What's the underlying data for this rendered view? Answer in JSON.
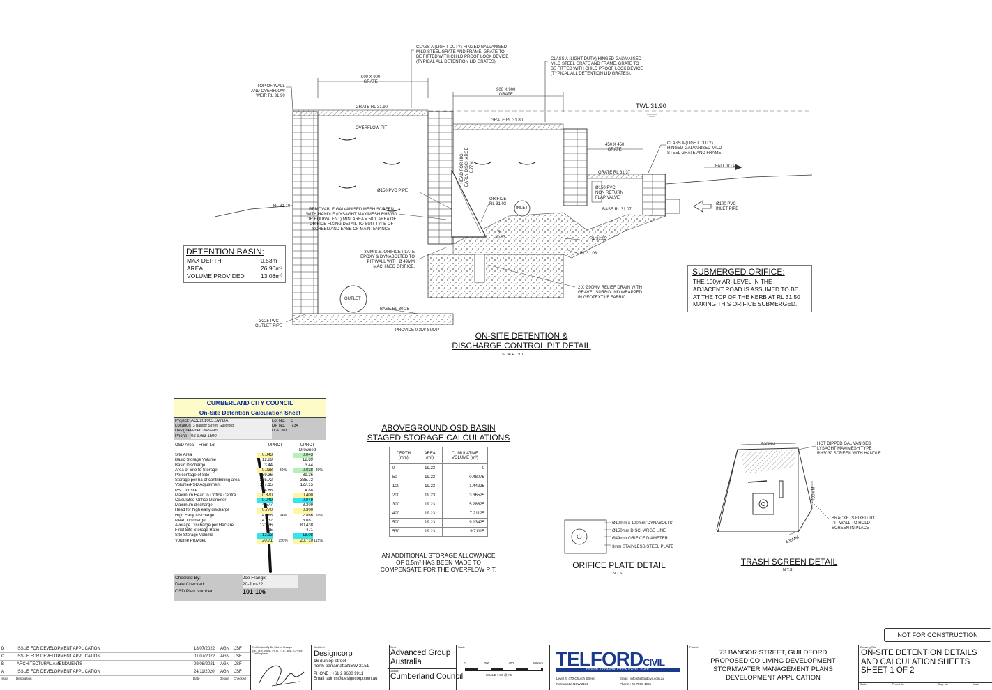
{
  "main_detail": {
    "notes": {
      "grate_class_a_1": [
        "CLASS A (LIGHT DUTY) HINGED GALVANISED",
        "MILD STEEL GRATE AND FRAME. GRATE TO",
        "BE FITTED WITH CHILD PROOF LOCK DEVICE",
        "(TYPICAL ALL DETENTION LID GRATES)."
      ],
      "grate_class_a_2": [
        "CLASS A (LIGHT DUTY) HINGED GALVANISED",
        "MILD STEEL GRATE AND FRAME. GRATE TO",
        "BE FITTED WITH CHILD PROOF LOCK DEVICE",
        "(TYPICAL ALL DETENTION LID GRATES)."
      ],
      "grate_900_1": [
        "900 x 900",
        "GRATE"
      ],
      "grate_900_2": [
        "900 x 900",
        "GRATE"
      ],
      "top_of_wall": [
        "TOP OF WALL",
        "AND OVERFLOW",
        "WEIR RL 31.90"
      ],
      "grate_rl_1": "GRATE RL 31.90",
      "grate_rl_2": "GRATE RL 31.80",
      "twl": "TWL 31.90",
      "overflow_pit": "OVERFLOW PIT",
      "head_for_high": [
        "HEAD FOR HIGH",
        "EARLY DISCHARGE",
        "0.77m"
      ],
      "grate_450": [
        "450 x 450",
        "GRATE"
      ],
      "grate_class_a_3": [
        "CLASS A (LIGHT DUTY)",
        "HINGED GALVANISED MILD",
        "STEEL GRATE AND FRAME"
      ],
      "fall_to_pit": "FALL TO PIT",
      "grate_rl_3": "GRATE RL 31.37",
      "pvc_pipe": "Ø150 PVC PIPE",
      "orifice": [
        "ORIFICE",
        "RL 31.03"
      ],
      "inlet": "INLET",
      "flap_valve": [
        "Ø150 PVC",
        "NON RETURN",
        "FLAP VALVE"
      ],
      "base_rl_right": "BASE RL 31.07",
      "inlet_pipe": [
        "Ø100 PVC",
        "INLET PIPE"
      ],
      "rl_left": "RL 31.10",
      "mesh_screen": [
        "REMOVABLE GALVANISED MESH SCREEN",
        "WITH HANDLE (LYSAGHT MAXIMESH RH3030",
        "OR EQUIVALENT) MIN. AREA = 50 x AREA OF",
        "ORIFICE FIXING DETAIL TO SUIT TYPE OF",
        "SCREEN AND EASE OF MAINTENANCE"
      ],
      "rl_mid": [
        "RL",
        "30.83"
      ],
      "rl_3105": "RL 31.05",
      "rl_3103": "RL 31.03",
      "orifice_plate": [
        "3mm S.S. ORIFICE PLATE",
        "EPOXY & DYNABOLTED TO",
        "PIT WALL WITH Ø 49mm",
        "MACHINED ORIFICE."
      ],
      "relief_drain": [
        "2 x Ø90mm RELIEF DRAIN WITH",
        "GRAVEL SURROUND WRAPPED",
        "IN GEOTEXTILE FABRIC"
      ],
      "outlet": "OUTLET",
      "base_rl_left": "BASE RL 30.25",
      "outlet_pipe": [
        "Ø225 PVC",
        "OUTLET PIPE"
      ],
      "sump": "PROVIDE 0.3m² SUMP"
    },
    "title": [
      "ON-SITE DETENTION &",
      "DISCHARGE CONTROL PIT DETAIL"
    ],
    "scale": "SCALE 1:10"
  },
  "detention_basin": {
    "heading": "DETENTION BASIN:",
    "rows": [
      {
        "label": "MAX DEPTH",
        "value": "0.53m"
      },
      {
        "label": "AREA",
        "value": "26.90m²"
      },
      {
        "label": "VOLUME PROVIDED",
        "value": "13.08m³"
      }
    ]
  },
  "submerged_orifice": {
    "heading": "SUBMERGED ORIFICE:",
    "text": [
      "THE 100yr ARI LEVEL IN THE",
      "ADJACENT ROAD IS ASSUMED TO BE",
      "AT THE TOP OF THE KERB AT RL 31.50",
      "MAKING THIS ORIFICE SUBMERGED."
    ]
  },
  "calc_sheet": {
    "council": "CUMBERLAND CITY COUNCIL",
    "subtitle": "On-Site Detention Calculation Sheet",
    "project_label": "Project:",
    "project": "ACE201003.SW.DA",
    "location_label": "Location:",
    "location": "73 Bangor Street, Guildford",
    "designer_label": "Designer:",
    "designer": "Albert Nasseh",
    "phone_label": "Phone:",
    "phone": "02 9763 1500",
    "lot_label": "Lot No.",
    "lot": "3",
    "dp_label": "DP No.",
    "dp": "734",
    "da_label": "D.A. No.",
    "osd_area": "OSD Area:",
    "osd_area_val": "Front Lot",
    "col1": "UPRCT",
    "col2": "UPRCT",
    "col2b": "Drowned",
    "rows": [
      {
        "l": "Site Area",
        "a": "0.043",
        "b": "0.043"
      },
      {
        "l": "Basic Storage Volume",
        "a": "12.89",
        "b": "12.89"
      },
      {
        "l": "Basic Discharge",
        "a": "3.44",
        "b": "3.44"
      },
      {
        "l": "",
        "a": "",
        "b": ""
      },
      {
        "l": "Area of Site to Storage",
        "a": "0.038",
        "p": "89%",
        "b": "0.038",
        "q": "89%"
      },
      {
        "l": "Percentage of Site",
        "a": "89.36",
        "b": "89.36"
      },
      {
        "l": "Storage per ha of contributing area",
        "a": "335.72",
        "b": "335.72"
      },
      {
        "l": "Volume/PSD Adjustment",
        "a": "127.15",
        "b": "127.15"
      },
      {
        "l": "PSD for site",
        "a": "4.88",
        "b": "4.88"
      },
      {
        "l": "Maximum Head to Orifice Centre",
        "a": "0.870",
        "b": "0.400"
      },
      {
        "l": "Calculated Orifice Diameter",
        "a": "0.049",
        "b": "0.049"
      },
      {
        "l": "Maximum discharge",
        "a": "4.577",
        "b": "3.309"
      },
      {
        "l": "Head for high early discharge",
        "a": "0.770",
        "b": "0.300"
      },
      {
        "l": "High Early Discharge",
        "a": "4.588",
        "p": "94%",
        "b": "2.866",
        "q": "59%"
      },
      {
        "l": "Mean Discharge",
        "a": "4.232",
        "b": "3.087"
      },
      {
        "l": "Average Discharge per Hectare",
        "a": "123.26",
        "b": "80.438"
      },
      {
        "l": "",
        "a": "",
        "b": ""
      },
      {
        "l": "Final Site Storage Ratio",
        "a": "495",
        "b": "471"
      },
      {
        "l": "Site Storage Volume",
        "a": "13.33",
        "b": "18.08"
      },
      {
        "l": "Volume Provided",
        "a": "20.71",
        "p": "156%",
        "b": "20.710",
        "q": "115%"
      }
    ],
    "checked_by_label": "Checked By:",
    "checked_by": "Joe Frangie",
    "date_checked_label": "Date Checked:",
    "date_checked": "20-Jun-22",
    "plan_no_label": "OSD Plan Number:",
    "plan_no": "101-106"
  },
  "staged_storage": {
    "title": [
      "ABOVEGROUND OSD BASIN",
      "STAGED STORAGE CALCULATIONS"
    ],
    "headers": [
      [
        "DEPTH",
        "(mm)"
      ],
      [
        "AREA",
        "(m²)"
      ],
      [
        "CUMULATIVE",
        "VOLUME (m³)"
      ]
    ],
    "rows": [
      [
        "0",
        "19.23",
        "0"
      ],
      [
        "50",
        "19.23",
        "0.48075"
      ],
      [
        "100",
        "19.23",
        "1.44225"
      ],
      [
        "200",
        "19.23",
        "3.36525"
      ],
      [
        "300",
        "19.23",
        "5.28825"
      ],
      [
        "400",
        "19.23",
        "7.21125"
      ],
      [
        "500",
        "19.23",
        "9.13425"
      ],
      [
        "530",
        "19.23",
        "9.71115"
      ]
    ],
    "note": [
      "AN ADDITIONAL STORAGE ALLOWANCE",
      "OF 0.5m³ HAS BEEN MADE TO",
      "COMPENSATE FOR THE OVERFLOW PIT."
    ]
  },
  "orifice_plate_detail": {
    "notes": [
      "Ø10mm x 100mm 'DYNABOLTS'",
      "Ø150mm DISCHARGE LINE",
      "Ø49mm ORIFICE DIAMETER",
      "3mm STAINLESS STEEL PLATE"
    ],
    "title": "ORIFICE PLATE DETAIL",
    "scale": "N.T.S."
  },
  "trash_screen_detail": {
    "notes_top": [
      "HOT DIPPED GAL VANISED",
      "LYSAGHT MAXIMESH TYPE",
      "RH3030 SCREEN WITH HANDLE"
    ],
    "notes_bottom": [
      "BRACKETS FIXED TO",
      "PIT WALL TO HOLD",
      "SCREEN IN PLACE"
    ],
    "dim1": "500mm",
    "dim2": "400mm",
    "dim3": "400mm",
    "title": "TRASH SCREEN DETAIL",
    "scale": "N.T.S"
  },
  "stamp": "NOT FOR CONSTRUCTION",
  "title_block": {
    "revisions": [
      {
        "rev": "D",
        "desc": "ISSUE FOR DEVELOPMENT APPLICATION",
        "date": "18/07/2022",
        "design": "AGN",
        "check": "JSF"
      },
      {
        "rev": "C",
        "desc": "ISSUE FOR DEVELOPMENT APPLICATION",
        "date": "01/07/2022",
        "design": "AGN",
        "check": "JSF"
      },
      {
        "rev": "B",
        "desc": "ARCHITECTURAL AMENDMENTS",
        "date": "09/08/2021",
        "design": "AGN",
        "check": "JSF"
      },
      {
        "rev": "A",
        "desc": "ISSUE FOR DEVELOPMENT APPLICATION",
        "date": "24/11/2020",
        "design": "AGN",
        "check": "JSF"
      }
    ],
    "rev_header": {
      "issue": "Issue",
      "desc": "Description",
      "date": "Date",
      "design": "Design",
      "check": "Checked"
    },
    "certification": [
      "Certification By Dr. Michel Chaaya",
      "B.E., M.E. (Res), Ph.D, F.I.E. Aust., CPEng",
      "Civil Engineer"
    ],
    "architect_label": "Architect",
    "architect": "Designcorp",
    "architect_addr": [
      "16 dunlop street",
      "north parramattaNSW 2151"
    ],
    "architect_contact": [
      "PHONE : +61 2 9630 9911",
      "Email :admin@designcorp.com.au"
    ],
    "client_label": "Client",
    "client": [
      "Advanced Group",
      "Australia"
    ],
    "council_label": "Council",
    "council": "Cumberland Council",
    "scale_label": "Scale",
    "scale_ticks": [
      "0",
      "200",
      "400",
      "600mm"
    ],
    "scale_text": "SCALE 1:10 @ A1",
    "firm": "TELFORD",
    "firm_suffix": "CIVIL",
    "firm_tagline": "DESIGN & CONSTRUCTION EXCELLENCE",
    "firm_addr": [
      "Level 4, 470 Church Street,",
      "Parramatta NSW 2150"
    ],
    "firm_contact": [
      "Email    : info@telfordcivil.com.au",
      "Phone : 02 7809 4931"
    ],
    "project_label": "Project",
    "project": [
      "73 BANGOR STREET, GUILDFORD",
      "PROPOSED CO-LIVING DEVELOPMENT",
      "STORMWATER MANAGEMENT PLANS",
      "DEVELOPMENT APPLICATION"
    ],
    "drawing_title_label": "Drawing Title",
    "drawing_title": [
      "ON-SITE DETENTION DETAILS",
      "AND CALCULATION SHEETS",
      "SHEET 1 OF 2"
    ],
    "footer_labels": {
      "scale": "Scale",
      "project_no": "Project No.",
      "dwg_no": "Dwg. No.",
      "issue": "Issue"
    }
  },
  "colors": {
    "calc_title": "#0a2ca5",
    "highlight_yellow": "#fdf6a7",
    "highlight_cyan": "#35e4ef",
    "header_yellow": "#fdfbc8",
    "gray": "#c8c8c8",
    "telford_blue": "#1a3a8c"
  }
}
